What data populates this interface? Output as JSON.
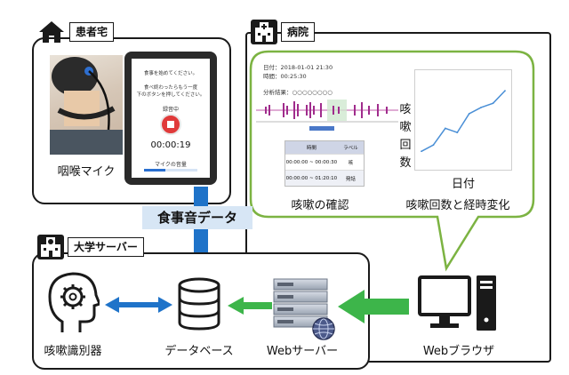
{
  "home": {
    "title": "患者宅",
    "mic_label": "咽喉マイク",
    "tablet": {
      "line1": "食事を始めてください。",
      "line2": "食べ終わったらもう一度",
      "line3": "下のボタンを押してください。",
      "status": "録音中",
      "timer": "00:00:19",
      "volume_label": "マイクの音量"
    }
  },
  "hospital": {
    "title": "病院",
    "detail": {
      "date": "日付：2018-01-01 21:30",
      "time": "時間：00:25:30",
      "result": "分析結果：○○○○○○○○",
      "table_headers": [
        "時間",
        "ラベル"
      ],
      "table_rows": [
        [
          "00:00:00 ~ 00:00:30",
          "咳"
        ],
        [
          "00:00:00 ~ 01:20:10",
          "発話"
        ]
      ]
    },
    "cough_check_label": "咳嗽の確認",
    "chart_caption": "咳嗽回数と経時変化",
    "chart_ylabel_chars": [
      "咳",
      "嗽",
      "回",
      "数"
    ],
    "chart_xlabel": "日付"
  },
  "data_label": "食事音データ",
  "university": {
    "title": "大学サーバー",
    "classifier_label": "咳嗽識別器",
    "database_label": "データベース",
    "webserver_label": "Webサーバー"
  },
  "browser_label": "Webブラウザ",
  "colors": {
    "blue_arrow": "#1f73c9",
    "green_arrow": "#3db54a",
    "green_border": "#7cb342",
    "data_label_bg": "#d7e6f5"
  },
  "icons": {
    "home": "house-icon",
    "hospital": "hospital-icon",
    "university": "university-icon",
    "classifier": "head-gear-icon",
    "database": "database-icon",
    "server": "server-rack-icon",
    "browser": "desktop-computer-icon"
  },
  "chart_data": {
    "type": "line",
    "x": [
      1,
      2,
      3,
      4,
      5,
      6,
      7,
      8
    ],
    "y": [
      1.0,
      1.6,
      3.2,
      2.8,
      4.6,
      5.2,
      5.6,
      6.8
    ],
    "title": "",
    "xlabel": "日付",
    "ylabel": "咳嗽回数"
  }
}
